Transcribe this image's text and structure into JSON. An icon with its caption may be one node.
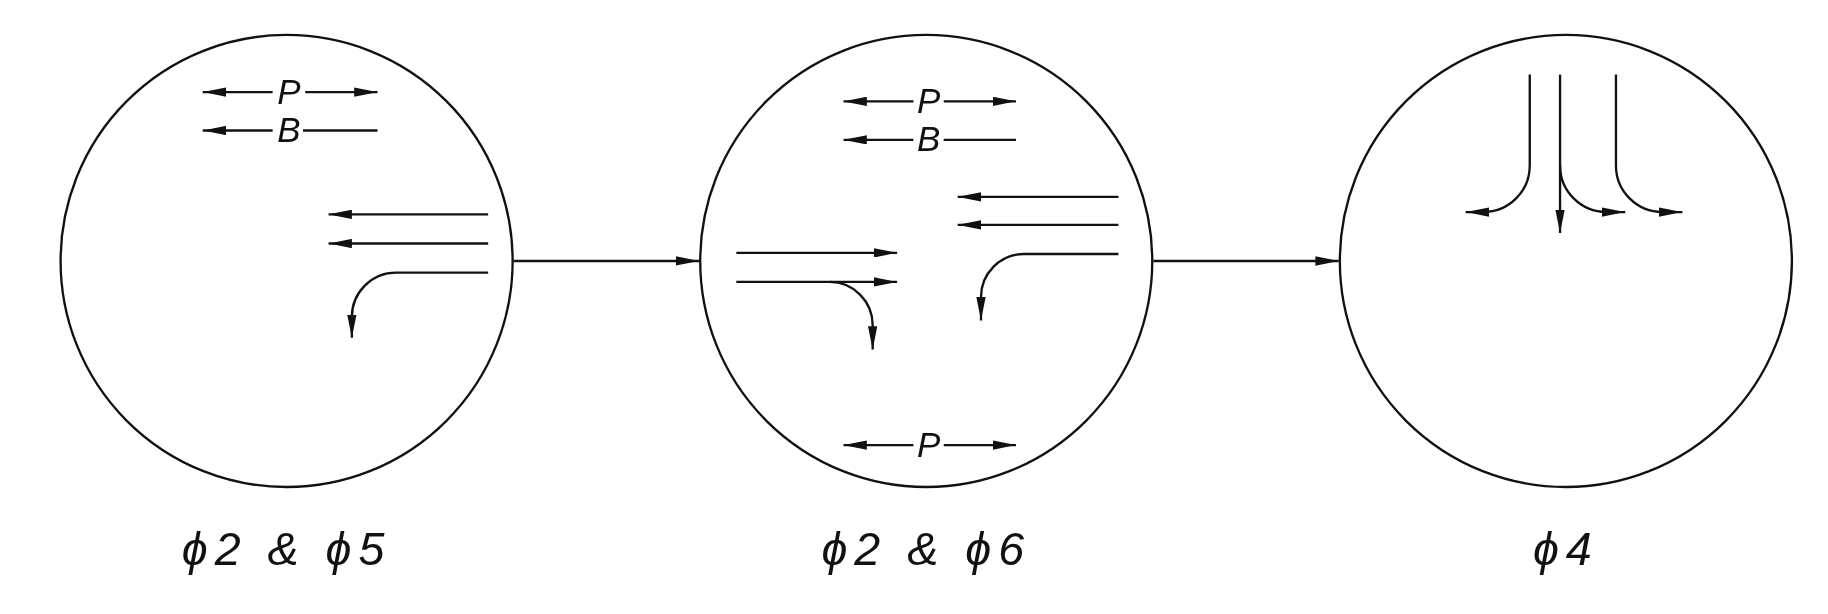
{
  "diagram": {
    "nodes": [
      {
        "text": [
          "P",
          "B"
        ],
        "beside": [
          "ϕ2 & ϕ5"
        ]
      },
      {
        "text": [
          "P",
          "B",
          "P"
        ],
        "beside": [
          "ϕ2 & ϕ6"
        ]
      },
      {
        "text": [],
        "shape": "circle",
        "beside": [
          "ϕ4"
        ]
      }
    ],
    "edges": [
      {
        "from": 0,
        "to": 1,
        "arrow": "to"
      },
      {
        "from": 1,
        "to": 2,
        "arrow": "to"
      }
    ]
  }
}
